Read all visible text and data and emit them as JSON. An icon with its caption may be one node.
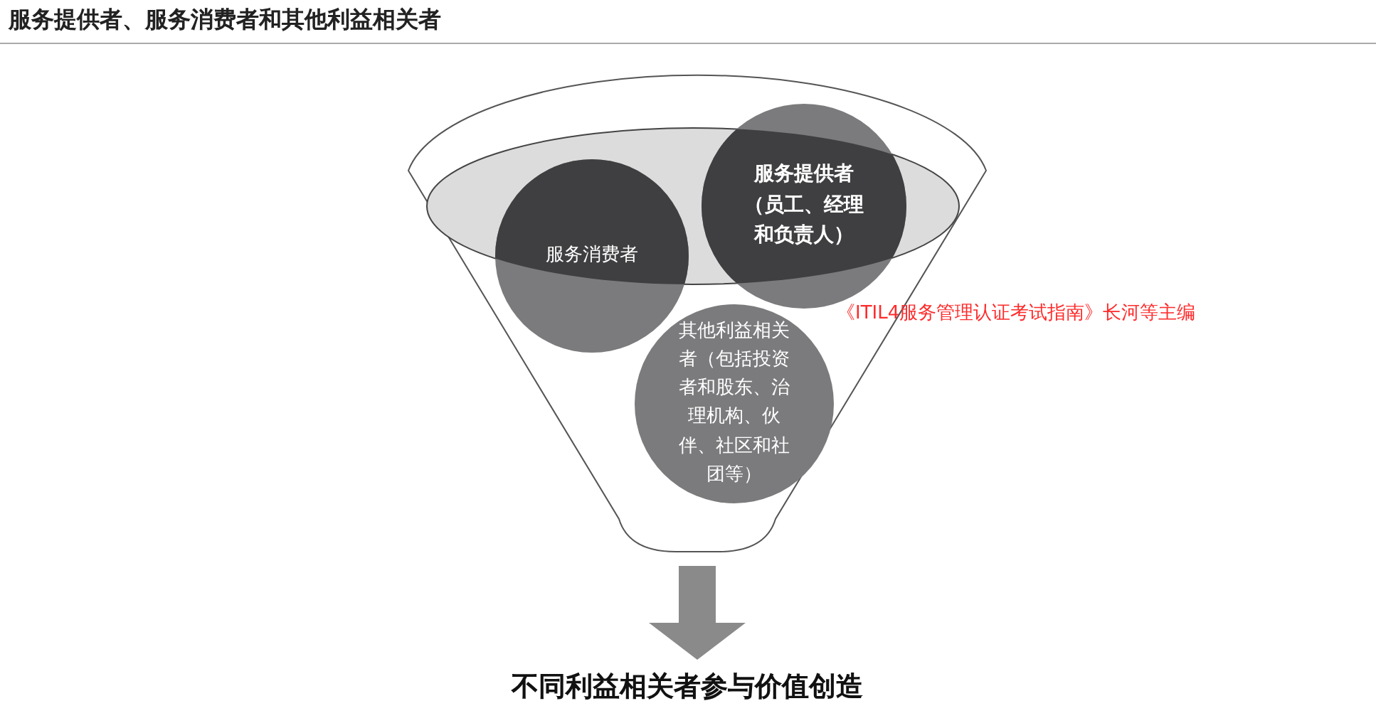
{
  "diagram": {
    "title": "服务提供者、服务消费者和其他利益相关者",
    "nodes": [
      {
        "text": [],
        "shape": "funnel"
      },
      {
        "text": [
          "服务消费者"
        ],
        "in": 0
      },
      {
        "text": [
          "服务提供者（员工、经理和负责人）"
        ],
        "in": 0
      },
      {
        "text": [
          "其他利益相关者（包括投资者和股东、治理机构、伙伴、社区和社团等）"
        ],
        "in": 0
      },
      {
        "text": [
          "不同利益相关者参与价值创造"
        ]
      }
    ],
    "edges": [
      {
        "from": 0,
        "to": 4,
        "arrow": "to",
        "color": "#8a8a8a"
      }
    ],
    "labels": [
      "《ITIL4服务管理认证考试指南》长河等主编"
    ]
  }
}
